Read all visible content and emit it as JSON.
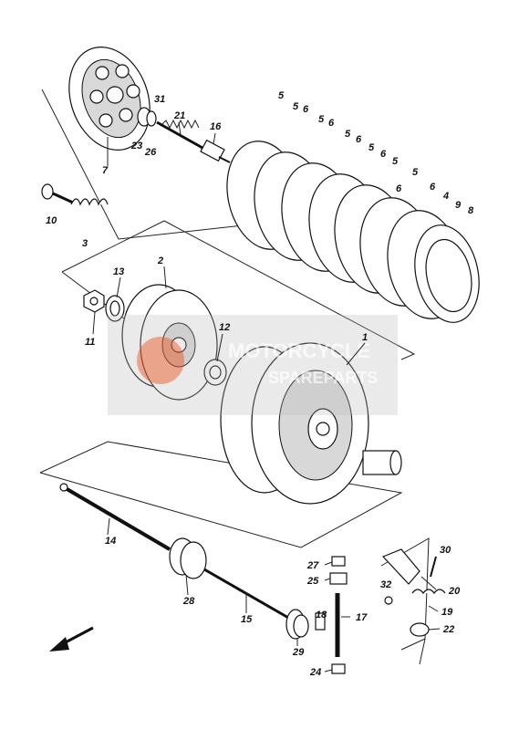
{
  "callouts": {
    "c1": "1",
    "c2": "2",
    "c3": "3",
    "c4": "4",
    "c5a": "5",
    "c5b": "5",
    "c5c": "5",
    "c5d": "5",
    "c5e": "5",
    "c5f": "5",
    "c5g": "5",
    "c6a": "6",
    "c6b": "6",
    "c6c": "6",
    "c6d": "6",
    "c6e": "6",
    "c6f": "6",
    "c7": "7",
    "c8": "8",
    "c9": "9",
    "c10": "10",
    "c11": "11",
    "c12": "12",
    "c13": "13",
    "c14": "14",
    "c15": "15",
    "c16": "16",
    "c17": "17",
    "c18": "18",
    "c19": "19",
    "c20": "20",
    "c21": "21",
    "c22": "22",
    "c23": "23",
    "c24": "24",
    "c25": "25",
    "c26": "26",
    "c27": "27",
    "c28": "28",
    "c29": "29",
    "c30": "30",
    "c31": "31",
    "c32": "32"
  },
  "watermark": {
    "line1": "MOTORCYCLE",
    "line2": "SPAREPARTS",
    "logo_color": "#e8501e"
  },
  "direction_arrow": "front-arrow-icon"
}
